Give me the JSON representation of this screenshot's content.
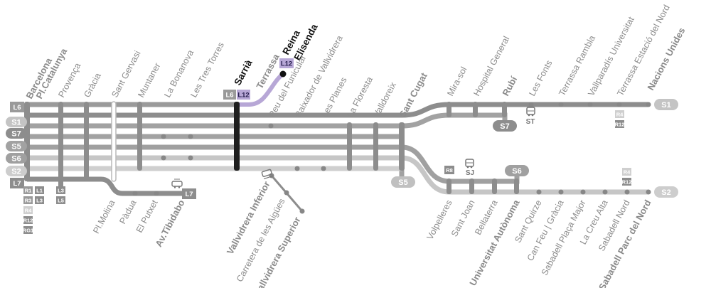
{
  "colors": {
    "line_dark": "#8d8d8d",
    "line_mid": "#a8a8a8",
    "line_light": "#c6c6c6",
    "trunk_black": "#1e1e1e",
    "l12_purple": "#b7a7d6",
    "station_dot": "#878787",
    "label_gray": "#8c8c8c"
  },
  "line_labels": {
    "L6": "L6",
    "S1": "S1",
    "S7": "S7",
    "S5": "S5",
    "S6": "S6",
    "S2": "S2",
    "L7": "L7",
    "L12": "L12"
  },
  "main_stations": [
    {
      "label": "Provença",
      "bold": false
    },
    {
      "label": "Gràcia",
      "bold": false
    },
    {
      "label": "Sant Gervasi",
      "bold": false
    },
    {
      "label": "Muntaner",
      "bold": false
    },
    {
      "label": "La Bonanova",
      "bold": false
    },
    {
      "label": "Les Tres Torres",
      "bold": false
    },
    {
      "label": "Sarrià",
      "bold": true,
      "dark": true
    },
    {
      "label": "Peu del Funicular",
      "bold": false
    },
    {
      "label": "Baixador de Vallvidrera",
      "bold": false
    },
    {
      "label": "Les Planes",
      "bold": false
    },
    {
      "label": "La Floresta",
      "bold": false
    },
    {
      "label": "Valldoreix",
      "bold": false
    },
    {
      "label": "Sant Cugat",
      "bold": true
    }
  ],
  "terminus_start": {
    "line1": "Barcelona",
    "line2": "Pl.Catalunya"
  },
  "reina_elisenda": {
    "line1": "Reina",
    "line2": "Elisenda"
  },
  "s1_stations": [
    {
      "label": "Mira-sol",
      "bold": false
    },
    {
      "label": "Hospital General",
      "bold": false
    },
    {
      "label": "Rubí",
      "bold": true
    },
    {
      "label": "Les Fonts",
      "bold": false
    },
    {
      "label": "Terrassa Rambla",
      "bold": false
    },
    {
      "label": "Vallparadís Universitat",
      "bold": false
    },
    {
      "label": "Terrassa Estació del Nord",
      "bold": false
    }
  ],
  "s1_terminus": {
    "line1": "Terrassa",
    "line2": "Nacions Unides"
  },
  "s2_stations": [
    {
      "label": "Volpelleres",
      "bold": false
    },
    {
      "label": "Sant Joan",
      "bold": false
    },
    {
      "label": "Bellaterra",
      "bold": false
    },
    {
      "label": "Universitat Autònoma",
      "bold": true
    },
    {
      "label": "Sant Quirze",
      "bold": false
    },
    {
      "label": "Can Feu | Gràcia",
      "bold": false
    },
    {
      "label": "Sabadell Plaça Major",
      "bold": false
    },
    {
      "label": "La Creu Alta",
      "bold": false
    },
    {
      "label": "Sabadell Nord",
      "bold": false
    },
    {
      "label": "Sabadell Parc del Nord",
      "bold": true
    }
  ],
  "l7_stations": [
    {
      "label": "Pl.Molina",
      "bold": false
    },
    {
      "label": "Pàdua",
      "bold": false
    },
    {
      "label": "El Putxet",
      "bold": false
    },
    {
      "label": "Av.Tibidabo",
      "bold": true
    }
  ],
  "funicular_stations": [
    {
      "label": "Vallvidrera Inferior",
      "bold": true
    },
    {
      "label": "Carretera de les Aigües",
      "bold": false
    },
    {
      "label": "Vallvidrera Superior",
      "bold": true
    }
  ],
  "connection_tags": {
    "start": [
      "R1",
      "R3",
      "R4",
      "R12",
      "RG1"
    ],
    "start_metro": [
      "L1",
      "L3"
    ],
    "provenca": [
      "L3",
      "L5"
    ],
    "sant_joan": "R8",
    "sabadell_nord": [
      "R4",
      "R12"
    ],
    "terrassa_nord": [
      "R4",
      "R12"
    ],
    "bus_st": "ST",
    "bus_sj": "SJ"
  }
}
